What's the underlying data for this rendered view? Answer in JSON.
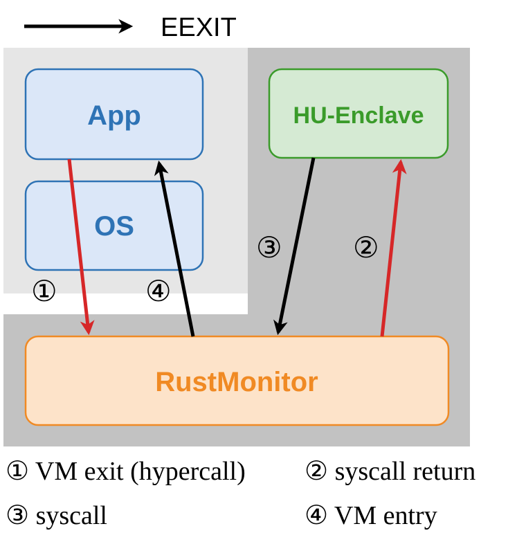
{
  "legend_top": {
    "label": "EEXIT"
  },
  "boxes": {
    "app": {
      "label": "App"
    },
    "os": {
      "label": "OS"
    },
    "enclave": {
      "label": "HU-Enclave"
    },
    "monitor": {
      "label": "RustMonitor"
    }
  },
  "arrow_markers": {
    "m1": "①",
    "m2": "②",
    "m3": "③",
    "m4": "④"
  },
  "legend": {
    "item1": "① VM exit (hypercall)",
    "item2": "② syscall return",
    "item3": "③ syscall",
    "item4": "④ VM entry"
  },
  "colors": {
    "vm_exit_arrow": "#d62728",
    "syscall_arrow": "#000000",
    "app_os_fill": "#dbe7f8",
    "app_os_text": "#2e73b5",
    "enclave_fill": "#d5ead3",
    "enclave_text": "#3a9b2a",
    "monitor_fill": "#fde3c9",
    "monitor_text": "#f08a24",
    "outer_gray": "#c2c2c2",
    "inner_gray": "#e6e6e6"
  }
}
